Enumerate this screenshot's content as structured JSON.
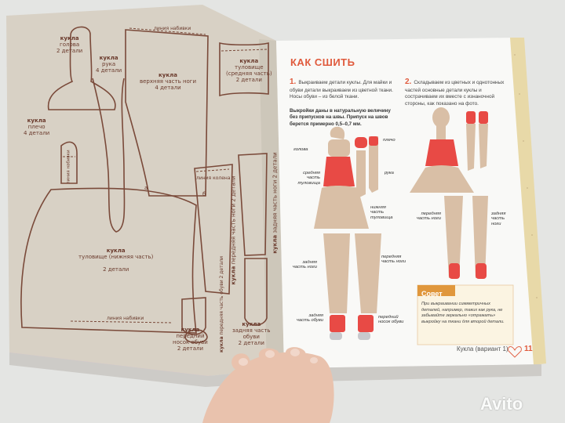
{
  "pattern_labels": {
    "head": {
      "l1": "кукла",
      "l2": "голова",
      "l3": "2 детали"
    },
    "arm": {
      "l1": "кукла",
      "l2": "рука",
      "l3": "4 детали"
    },
    "upper_leg": {
      "l1": "кукла",
      "l2": "верхняя часть ноги",
      "l3": "4 детали"
    },
    "fold_line": "линия набивки",
    "torso_mid": {
      "l1": "кукла",
      "l2": "туловище",
      "l3": "(средняя часть)",
      "l4": "2 детали"
    },
    "shoulder": {
      "l1": "кукла",
      "l2": "плечо",
      "l3": "4 детали",
      "fold": "линия набивки"
    },
    "knee_line": "линия колена",
    "front_leg": {
      "l1": "кукла",
      "l2": "передняя часть ноги",
      "l3": "2 детали"
    },
    "back_leg": {
      "l1": "кукла",
      "l2": "задняя часть ноги",
      "l3": "2 детали"
    },
    "torso_low": {
      "l1": "кукла",
      "l2": "туловище (нижняя часть)",
      "l3": "2 детали",
      "fold": "линия набивки"
    },
    "shoe_front": {
      "l1": "кукла",
      "l2": "передняя",
      "l3": "часть обуви",
      "l4": "2 детали"
    },
    "toe": {
      "l1": "кукла",
      "l2": "передний",
      "l3": "носок обуви",
      "l4": "2 детали"
    },
    "shoe_back": {
      "l1": "кукла",
      "l2": "задняя часть",
      "l3": "обуви",
      "l4": "2 детали"
    },
    "mark_a": "а",
    "mark_b": "б"
  },
  "right_page": {
    "title": "КАК СШИТЬ",
    "step1_num": "1.",
    "step1_text": "Выкраиваем детали куклы. Для майки и обуви детали выкраиваем из цветной ткани. Носы обуви – из белой ткани.",
    "note": "Выкройки даны в натуральную величину без припусков на швы. Припуск на швов берется примерно 0,5–0,7 мм.",
    "step2_num": "2.",
    "step2_text": "Складываем из цветных и однотонных частей основные детали куклы и сострачиваем их вместе с изнаночной стороны, как показано на фото.",
    "captions": {
      "head": "голова",
      "shoulder": "плечо",
      "mid": "средняя часть туловища",
      "arm": "рука",
      "low": "нижняя часть туловища",
      "front_leg_r": "передняя часть ноги",
      "back_leg_r": "задняя часть ноги",
      "back_leg_l": "задняя часть ноги",
      "front_leg_l": "передняя часть ноги",
      "back_shoe": "задняя часть обуви",
      "toe": "передний носок обуви"
    },
    "tip_title": "Совет",
    "tip_text": "При выкраивании симметричных деталей, например, таких как рука, не забывайте зеркально «отражать» выкройку на ткани для второй детали.",
    "footer": "Кукла (вариант 1)",
    "page_number": "11"
  },
  "watermark": "Avito",
  "colors": {
    "pattern_line": "#7a4a3a",
    "accent": "#e05a3c",
    "fabric": "#d9bfa6",
    "red": "#e84a45"
  }
}
